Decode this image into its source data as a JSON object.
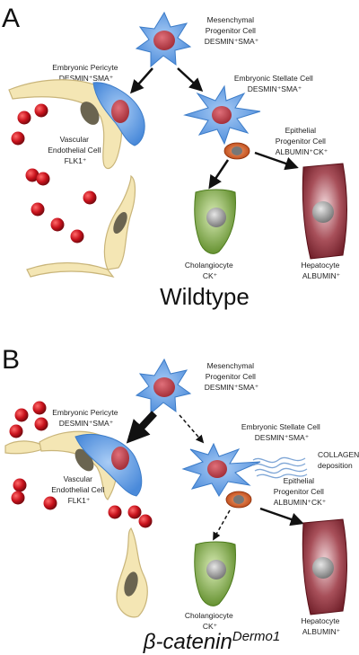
{
  "panels": [
    {
      "letter": "A",
      "mesenchymal": {
        "l1": "Mesenchymal",
        "l2": "Progenitor Cell",
        "l3": "DESMIN⁺SMA⁺"
      },
      "pericyte": {
        "l1": "Embryonic Pericyte",
        "l2": "DESMIN⁺SMA⁺"
      },
      "stellate": {
        "l1": "Embryonic Stellate Cell",
        "l2": "DESMIN⁺SMA⁺"
      },
      "vascular": {
        "l1": "Vascular",
        "l2": "Endothelial Cell",
        "l3": "FLK1⁺"
      },
      "epithelial": {
        "l1": "Epithelial",
        "l2": "Progenitor Cell",
        "l3": "ALBUMIN⁺CK⁺"
      },
      "cholangiocyte": {
        "l1": "Cholangiocyte",
        "l2": "CK⁺"
      },
      "hepatocyte": {
        "l1": "Hepatocyte",
        "l2": "ALBUMIN⁺"
      },
      "genotype": "Wildtype"
    },
    {
      "letter": "B",
      "mesenchymal": {
        "l1": "Mesenchymal",
        "l2": "Progenitor Cell",
        "l3": "DESMIN⁺SMA⁺"
      },
      "pericyte": {
        "l1": "Embryonic Pericyte",
        "l2": "DESMIN⁺SMA⁺"
      },
      "stellate": {
        "l1": "Embryonic Stellate Cell",
        "l2": "DESMIN⁺SMA⁺"
      },
      "collagen": {
        "l1": "COLLAGEN",
        "l2": "deposition"
      },
      "vascular": {
        "l1": "Vascular",
        "l2": "Endothelial Cell",
        "l3": "FLK1⁺"
      },
      "epithelial": {
        "l1": "Epithelial",
        "l2": "Progenitor Cell",
        "l3": "ALBUMIN⁺CK⁺"
      },
      "cholangiocyte": {
        "l1": "Cholangiocyte",
        "l2": "CK⁺"
      },
      "hepatocyte": {
        "l1": "Hepatocyte",
        "l2": "ALBUMIN⁺"
      },
      "genotype_main": "β-catenin",
      "genotype_sup": "Dermo1"
    }
  ],
  "colors": {
    "blue": "#5b9be0",
    "blue_dark": "#3c7cc8",
    "nucleus_red": "#c0474f",
    "rbc": "#c8121c",
    "endo": "#f4e6b4",
    "endo_edge": "#c9b57a",
    "endo_nucleus": "#6a6450",
    "green": "#7aa63d",
    "maroon": "#7d2730",
    "orange": "#d0561c"
  }
}
